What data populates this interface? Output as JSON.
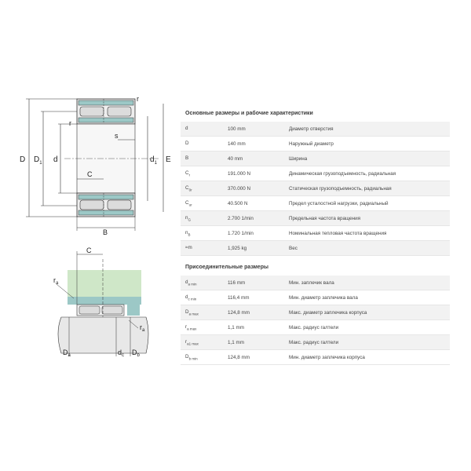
{
  "drawing_labels": {
    "D": "D",
    "D1": "D",
    "D1_sub": "1",
    "d": "d",
    "d1": "d",
    "d1_sub": "1",
    "E": "E",
    "r_top": "r",
    "r_left": "r",
    "s": "s",
    "C": "C",
    "B": "B"
  },
  "mount_labels": {
    "C": "C",
    "ra_left": "r",
    "ra_left_sub": "a",
    "ra_right": "r",
    "ra_right_sub": "a",
    "Da": "D",
    "Da_sub": "a",
    "dc": "d",
    "dc_sub": "c",
    "Db": "D",
    "Db_sub": "b"
  },
  "main_dims": {
    "title": "Основные размеры и рабочие характеристики",
    "rows": [
      {
        "sym": "d",
        "sub": "",
        "value": "100 mm",
        "desc": "Диаметр отверстия"
      },
      {
        "sym": "D",
        "sub": "",
        "value": "140 mm",
        "desc": "Наружный диаметр"
      },
      {
        "sym": "B",
        "sub": "",
        "value": "40 mm",
        "desc": "Ширина"
      },
      {
        "sym": "C",
        "sub": "r",
        "value": "191.000 N",
        "desc": "Динамическая грузоподъемность, радиальная"
      },
      {
        "sym": "C",
        "sub": "0r",
        "value": "370.000 N",
        "desc": "Статическая грузоподъемность, радиальная"
      },
      {
        "sym": "C",
        "sub": "ur",
        "value": "40.500 N",
        "desc": "Предел усталостной нагрузки, радиальный"
      },
      {
        "sym": "n",
        "sub": "G",
        "value": "2.700 1/min",
        "desc": "Предельная частота вращения"
      },
      {
        "sym": "n",
        "sub": "B",
        "value": "1.720 1/min",
        "desc": "Номинальная тепловая частота вращения"
      },
      {
        "sym": "≈m",
        "sub": "",
        "value": "1,925 kg",
        "desc": "Вес"
      }
    ]
  },
  "mount_dims": {
    "title": "Присоединительные размеры",
    "rows": [
      {
        "sym": "d",
        "sub": "a min",
        "value": "116 mm",
        "desc": "Мин. заплечик вала"
      },
      {
        "sym": "d",
        "sub": "c min",
        "value": "116,4 mm",
        "desc": "Мин. диаметр заплечика вала"
      },
      {
        "sym": "D",
        "sub": "a max",
        "value": "124,8 mm",
        "desc": "Макс. диаметр заплечика корпуса"
      },
      {
        "sym": "r",
        "sub": "a max",
        "value": "1,1 mm",
        "desc": "Макс. радиус галтели"
      },
      {
        "sym": "r",
        "sub": "a1 max",
        "value": "1,1 mm",
        "desc": "Макс. радиус галтели"
      },
      {
        "sym": "D",
        "sub": "b min",
        "value": "124,8 mm",
        "desc": "Мин. диаметр заплечика корпуса"
      }
    ]
  }
}
